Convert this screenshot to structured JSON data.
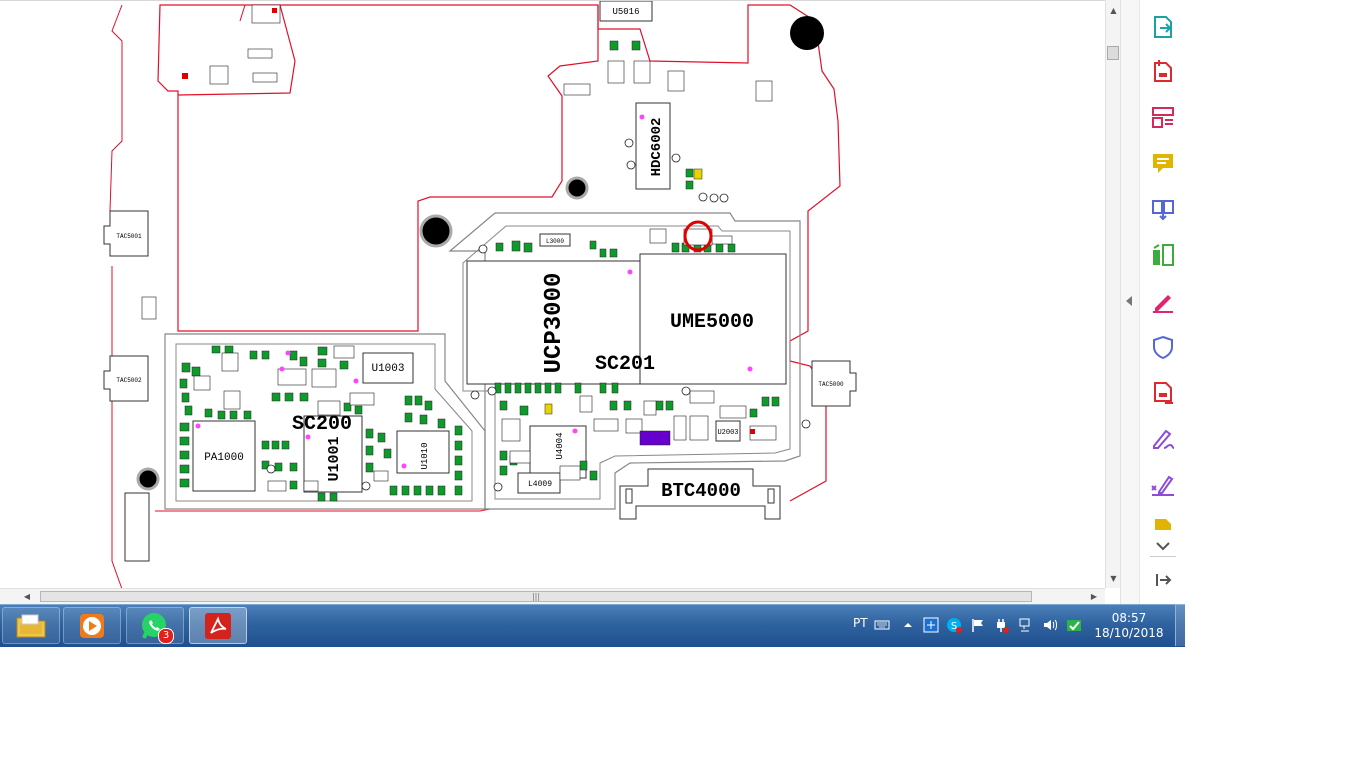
{
  "app": {
    "name": "Adobe Acrobat Reader"
  },
  "schematic": {
    "components": {
      "U5016": "U5016",
      "HDC6002": "HDC6002",
      "UCP3000": "UCP3000",
      "UME5000": "UME5000",
      "SC201": "SC201",
      "SC200": "SC200",
      "U1003": "U1003",
      "U1001": "U1001",
      "U1010": "U1010",
      "PA1000": "PA1000",
      "BTC4000": "BTC4000",
      "U4004": "U4004",
      "L4009": "L4009",
      "U2003": "U2003",
      "L3000": "L3000",
      "TAC5001": "TAC5001",
      "TAC5002": "TAC5002",
      "TAC5000": "TAC5000"
    },
    "highlight_color": "#e00000",
    "outline_color": "#e0102a"
  },
  "tools_pane": {
    "tools": [
      {
        "icon": "export-pdf-icon",
        "color": "#1aa3a3"
      },
      {
        "icon": "create-pdf-icon",
        "color": "#e0282e"
      },
      {
        "icon": "organize-pages-icon",
        "color": "#d42a5b"
      },
      {
        "icon": "comment-icon",
        "color": "#e0b400"
      },
      {
        "icon": "combine-files-icon",
        "color": "#5467d9"
      },
      {
        "icon": "compress-pdf-icon",
        "color": "#3dab3d"
      },
      {
        "icon": "edit-pdf-icon",
        "color": "#e0246e"
      },
      {
        "icon": "protect-icon",
        "color": "#5467d9"
      },
      {
        "icon": "send-for-review-icon",
        "color": "#e0282e"
      },
      {
        "icon": "fill-sign-icon",
        "color": "#8e4ad9"
      },
      {
        "icon": "certificates-icon",
        "color": "#8e4ad9"
      },
      {
        "icon": "more-tools-icon",
        "color": "#e0b400"
      }
    ]
  },
  "taskbar": {
    "apps": [
      {
        "name": "windows-explorer",
        "icon": "folder-icon"
      },
      {
        "name": "media-player",
        "icon": "play-icon"
      },
      {
        "name": "whatsapp",
        "icon": "whatsapp-icon",
        "badge": "3"
      },
      {
        "name": "acrobat-reader",
        "icon": "acrobat-icon"
      }
    ],
    "tray": {
      "language": "PT",
      "time": "08:57",
      "date": "18/10/2018"
    }
  }
}
